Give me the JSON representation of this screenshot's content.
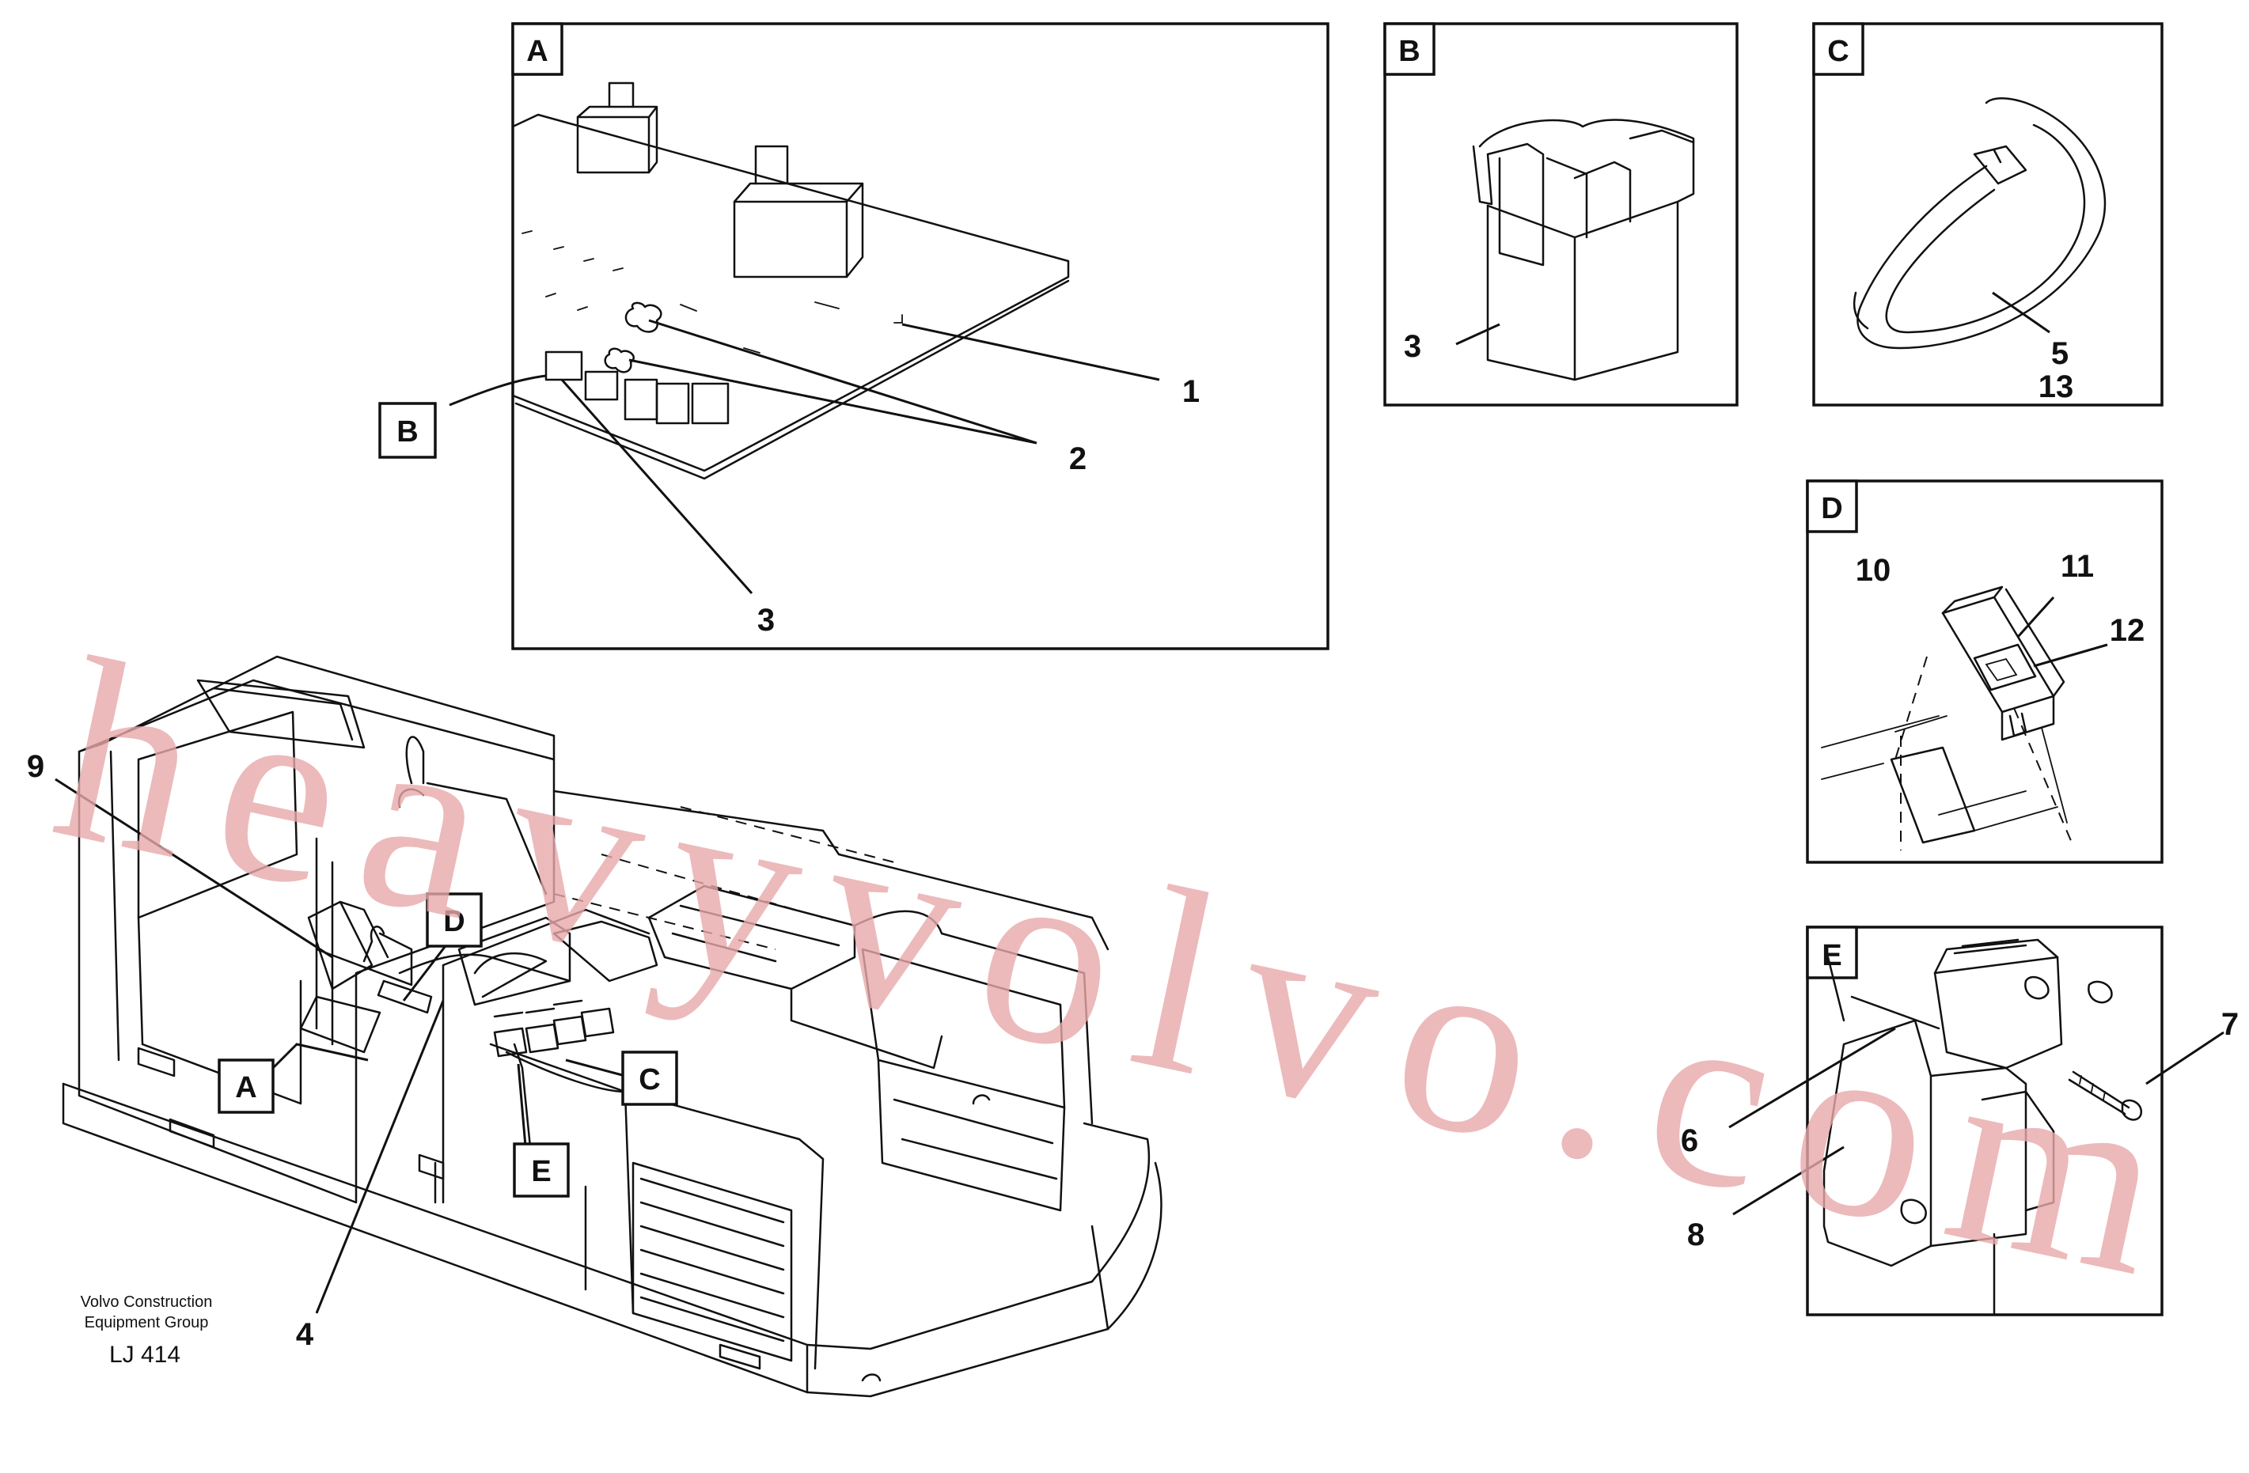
{
  "callouts": {
    "detail_a": "A",
    "detail_b": "B",
    "detail_c": "C",
    "detail_d": "D",
    "detail_e": "E"
  },
  "part_numbers": {
    "p1": "1",
    "p2": "2",
    "p3_a": "3",
    "p3_b": "3",
    "p4": "4",
    "p5": "5",
    "p13": "13",
    "p6": "6",
    "p7": "7",
    "p8": "8",
    "p9": "9",
    "p10": "10",
    "p11": "11",
    "p12": "12"
  },
  "footer": {
    "company_line1": "Volvo Construction",
    "company_line2": "Equipment Group",
    "drawing_code": "LJ 414"
  },
  "watermark": {
    "text": "heavyvolvo.com",
    "color": "#e8a9ab"
  },
  "colors": {
    "ink": "#111111",
    "background": "#ffffff"
  }
}
